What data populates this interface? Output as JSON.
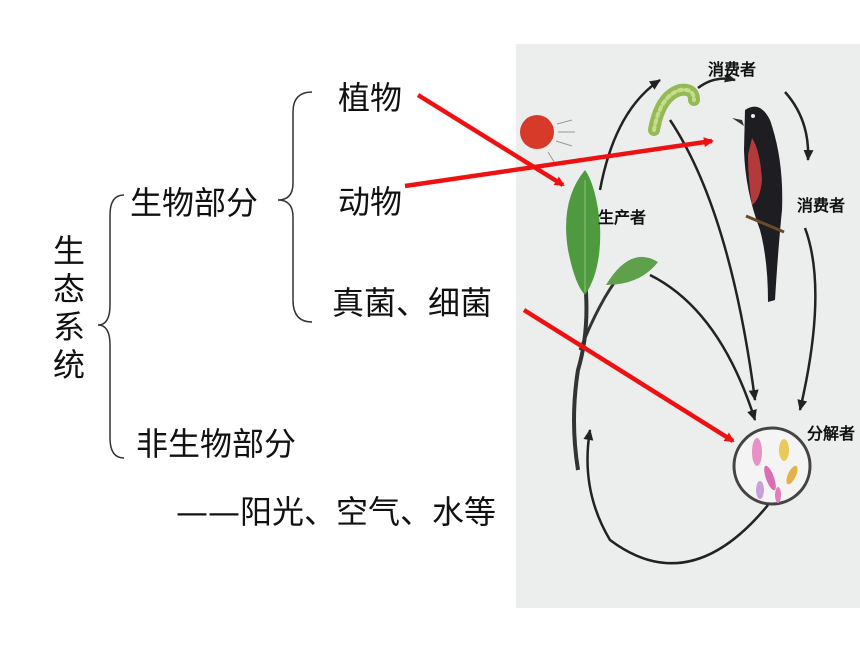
{
  "tree": {
    "root": "生态系统",
    "biotic": "生物部分",
    "plants": "植物",
    "animals": "动物",
    "decomposers_group": "真菌、细菌",
    "abiotic": "非生物部分",
    "abiotic_examples": "——阳光、空气、水等"
  },
  "figure": {
    "consumer_top": "消费者",
    "consumer_right": "消费者",
    "producer": "生产者",
    "decomposer": "分解者"
  },
  "colors": {
    "arrow": "#ee1111",
    "leaf": "#4f9a3e",
    "sun": "#d83a2a"
  }
}
